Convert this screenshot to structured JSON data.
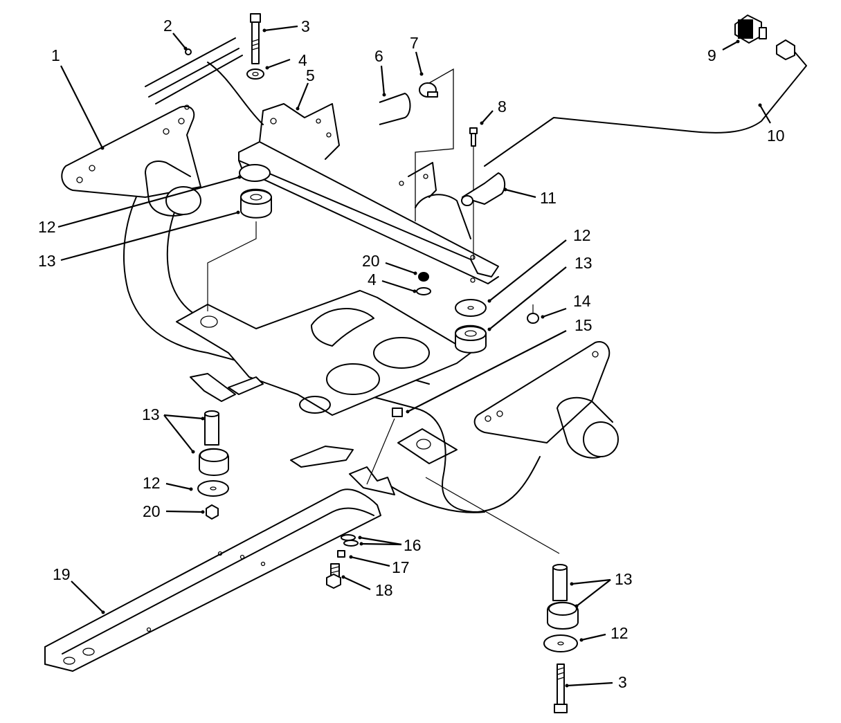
{
  "callouts": {
    "c1": "1",
    "c2": "2",
    "c3a": "3",
    "c3b": "3",
    "c4a": "4",
    "c4b": "4",
    "c5": "5",
    "c6": "6",
    "c7": "7",
    "c8": "8",
    "c9": "9",
    "c10": "10",
    "c11": "11",
    "c12a": "12",
    "c12b": "12",
    "c12c": "12",
    "c12d": "12",
    "c13a": "13",
    "c13b": "13",
    "c13c": "13",
    "c13d": "13",
    "c14": "14",
    "c15": "15",
    "c16": "16",
    "c17": "17",
    "c18": "18",
    "c19": "19",
    "c20a": "20",
    "c20b": "20"
  }
}
